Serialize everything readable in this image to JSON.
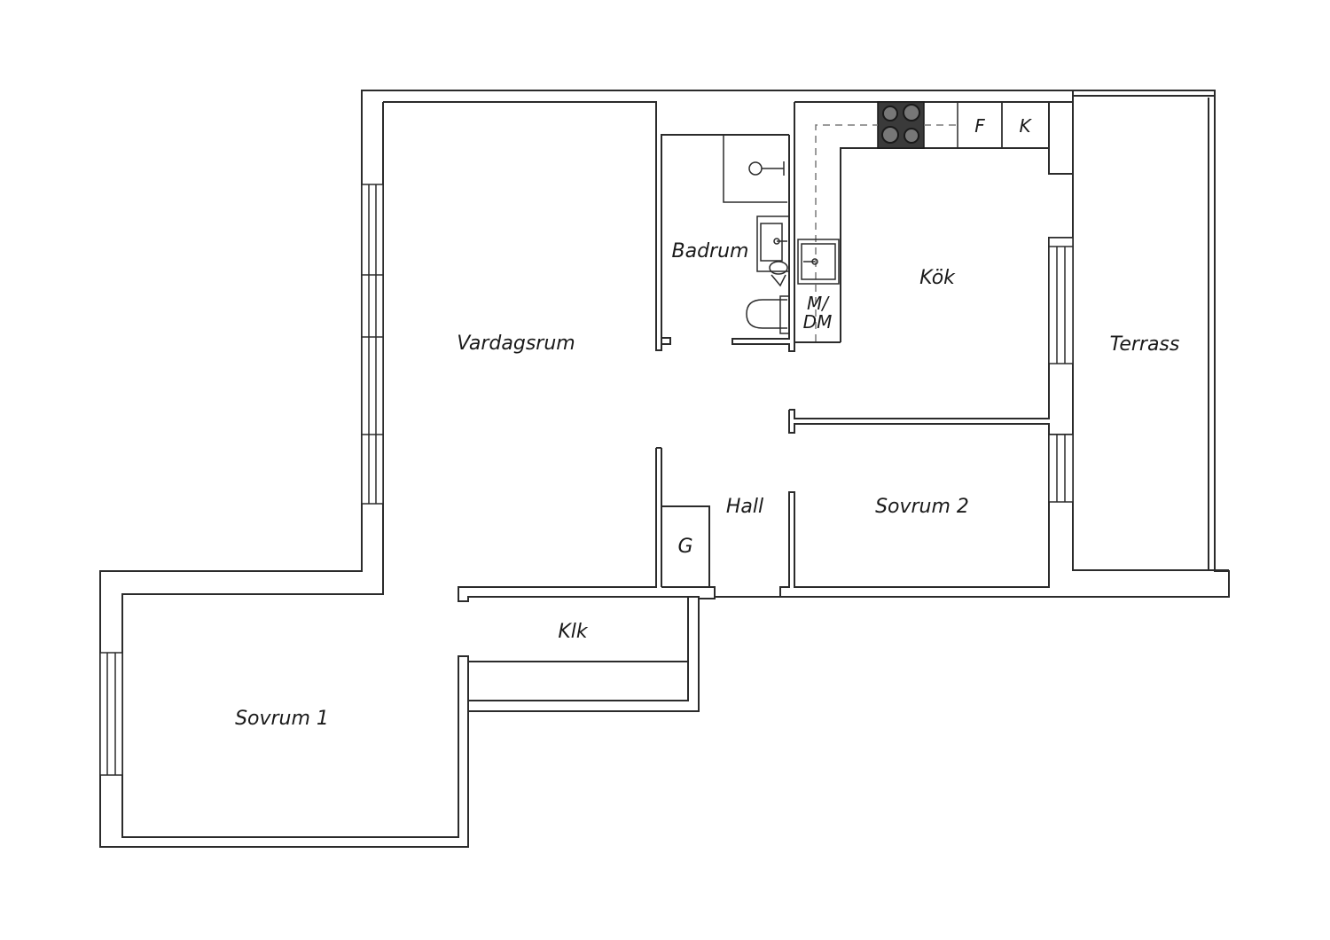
{
  "rooms": {
    "vardagsrum": "Vardagsrum",
    "badrum": "Badrum",
    "kok": "Kök",
    "terrass": "Terrass",
    "hall": "Hall",
    "sovrum2": "Sovrum 2",
    "sovrum1": "Sovrum 1",
    "klk": "Klk",
    "g": "G"
  },
  "appliances": {
    "fridge": "F",
    "freezer": "K",
    "washer_line1": "M/",
    "washer_line2": "DM"
  },
  "colors": {
    "wall": "#2b2b2b",
    "stove": "#3a3a3a",
    "background": "#ffffff"
  }
}
